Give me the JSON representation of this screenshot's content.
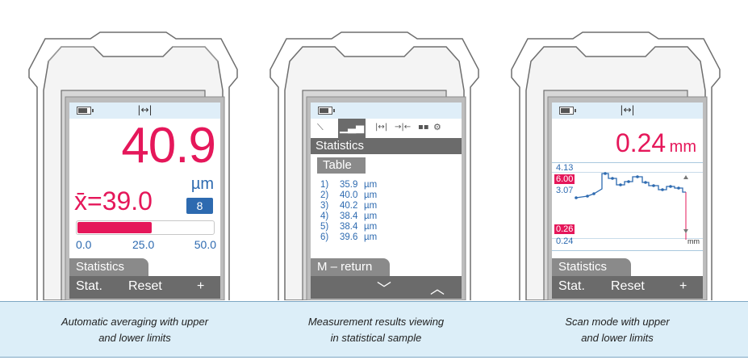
{
  "colors": {
    "accent_red": "#e5175a",
    "blue": "#2d6ab0",
    "bar_gray": "#6b6b6b",
    "status_bg": "#dfeef8"
  },
  "devices": [
    {
      "mode_icon": "|↔|",
      "value": "40.9",
      "unit": "µm",
      "mean": "x̄=39.0",
      "count_badge": "8",
      "progress_fraction": 0.55,
      "scale": [
        "0.0",
        "25.0",
        "50.0"
      ],
      "tab": "Statistics",
      "buttons": [
        "Stat.",
        "Reset",
        "+"
      ],
      "caption_line1": "Automatic averaging with upper",
      "caption_line2": "and lower limits"
    },
    {
      "menu_icons": [
        "probe-icon",
        "chart-icon",
        "width-icon",
        "narrow-icon",
        "grid-icon",
        "gear-icon"
      ],
      "header": "Statistics",
      "table_label": "Table",
      "rows": [
        {
          "n": "1)",
          "v": "35.9",
          "u": "µm"
        },
        {
          "n": "2)",
          "v": "40.0",
          "u": "µm"
        },
        {
          "n": "3)",
          "v": "40.2",
          "u": "µm"
        },
        {
          "n": "4)",
          "v": "38.4",
          "u": "µm"
        },
        {
          "n": "5)",
          "v": "38.4",
          "u": "µm"
        },
        {
          "n": "6)",
          "v": "39.6",
          "u": "µm"
        }
      ],
      "return_tab": "M – return",
      "caption_line1": "Measurement results viewing",
      "caption_line2": "in statistical sample"
    },
    {
      "mode_icon": "|↔|",
      "value": "0.24",
      "unit": "mm",
      "y_labels": {
        "top": "4.13",
        "upper_limit": "6.00",
        "mid": "3.07",
        "lower_limit": "0.26",
        "bottom": "0.24"
      },
      "x_unit": "mm",
      "tab": "Statistics",
      "buttons": [
        "Stat.",
        "Reset",
        "+"
      ],
      "caption_line1": "Scan mode with upper",
      "caption_line2": "and lower limits"
    }
  ]
}
